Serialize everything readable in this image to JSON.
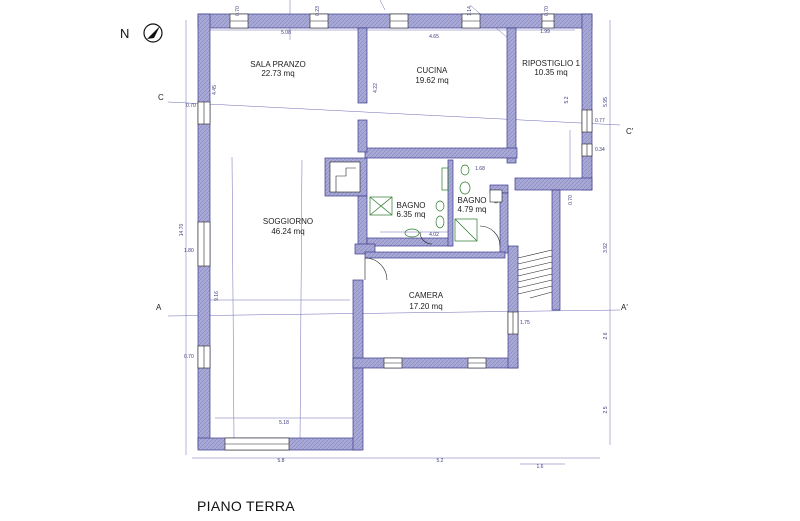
{
  "north_label": "N",
  "caption": "PIANO TERRA",
  "rooms": [
    {
      "name": "SALA PRANZO",
      "area": "22.73 mq"
    },
    {
      "name": "CUCINA",
      "area": "19.62 mq"
    },
    {
      "name": "RIPOSTIGLIO 1",
      "area": "10.35 mq"
    },
    {
      "name": "BAGNO",
      "area": "6.35 mq"
    },
    {
      "name": "BAGNO",
      "area": "4.79 mq"
    },
    {
      "name": "SOGGIORNO",
      "area": "46.24 mq"
    },
    {
      "name": "CAMERA",
      "area": "17.20 mq"
    }
  ],
  "sections": {
    "c_left": "C",
    "c_right": "C'",
    "a_left": "A",
    "a_right": "A'"
  },
  "dimensions": {
    "top_sala": "5.08",
    "top_cucina": "4.65",
    "top_rip": "1.99",
    "bottom_sogg": "5.18",
    "bottom_total_left": "5.8",
    "bottom_mid": "5.2",
    "bottom_right": "1.6",
    "bagno_width": "1.68",
    "bagno_bottom": "4.02",
    "left_total": "14.70",
    "left_lower": "9.16",
    "right_total": "5.95",
    "right_mid": "3.92",
    "right_low1": "2.6",
    "right_low2": "2.5",
    "sala_height": "4.45",
    "cucina_height": "4.22",
    "rip_height": "5.2",
    "win_top1": "0.70",
    "win_top2": "0.23",
    "win_top3": "1.14",
    "win_top4": "0.70",
    "win_left1": "0.70",
    "win_left2": "1.80",
    "win_left3": "0.70",
    "win_right1": "0.77",
    "win_right2": "0.34",
    "win_right3": "0.70",
    "win_camera": "1.75"
  }
}
